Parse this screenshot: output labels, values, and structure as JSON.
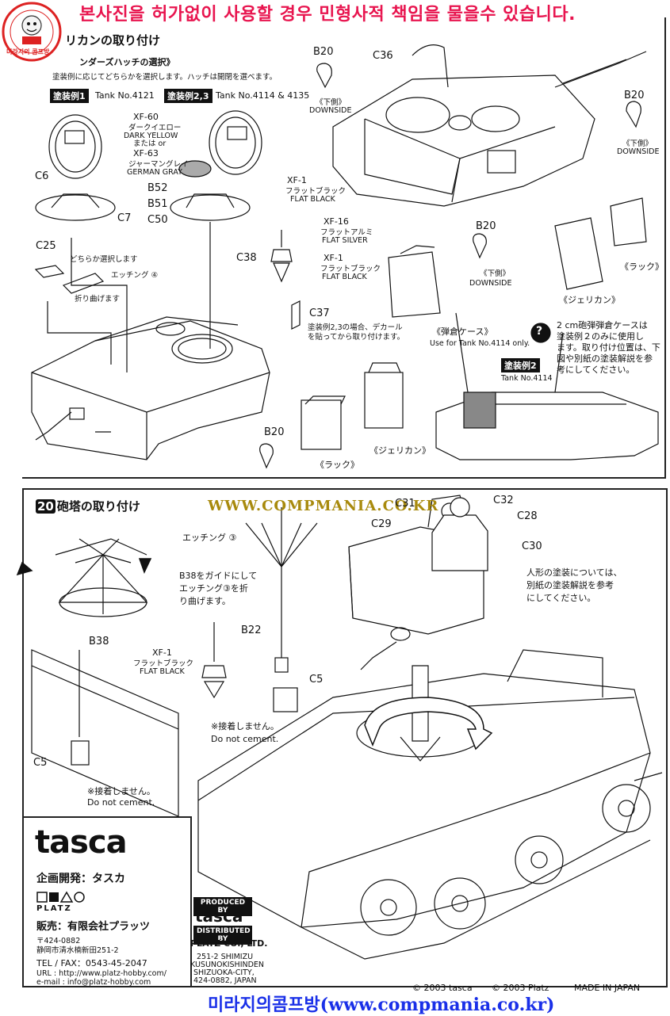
{
  "watermark": {
    "top": "본사진을 허가없이 사용할 경우 민형사적 책임을 물을수 있습니다.",
    "middle_url": "WWW.COMPMANIA.CO.KR",
    "bottom": "미라지의콤프방(www.compmania.co.kr)",
    "stamp_text": "미라지의 콤프방"
  },
  "step19": {
    "title": "リカンの取り付け",
    "subtitle": "ンダーズハッチの選択》",
    "note": "塗装例に応じてどちらかを選択します。ハッチは開閉を選べます。",
    "scheme1_tag": "塗装例1",
    "scheme1_tank": "Tank No.4121",
    "scheme23_tag": "塗装例2,3",
    "scheme23_tank": "Tank No.4114 & 4135",
    "paint_xf60": "XF-60",
    "paint_xf60_jp": "ダークイエロー",
    "paint_xf60_en": "DARK YELLOW",
    "or_text": "または or",
    "paint_xf63": "XF-63",
    "paint_xf63_jp": "ジャーマングレイ",
    "paint_xf63_en": "GERMAN GRAY",
    "paint_xf1": "XF-1",
    "paint_xf1_jp": "フラットブラック",
    "paint_xf1_en": "FLAT BLACK",
    "paint_xf16": "XF-16",
    "paint_xf16_jp": "フラットアルミ",
    "paint_xf16_en": "FLAT SILVER",
    "parts": {
      "c6": "C6",
      "c7": "C7",
      "b52": "B52",
      "b51": "B51",
      "c50": "C50",
      "c25": "C25",
      "c38": "C38",
      "c37": "C37",
      "c36": "C36",
      "b20": "B20"
    },
    "choose_text": "どちらか選択します",
    "etching4": "エッチング ④",
    "bend_text": "折り曲げます",
    "decal_note_1": "塗装例2,3の場合、デカール",
    "decal_note_2": "を貼ってから取り付けます。",
    "downside_jp": "《下側》",
    "downside_en": "DOWNSIDE",
    "rack": "《ラック》",
    "jerrycan": "《ジェリカン》",
    "ammo_case": "《弾倉ケース》",
    "ammo_use": "Use for Tank No.4114 only.",
    "info_note_1": "2 cm砲弾弾倉ケースは",
    "info_note_2": "塗装例２のみに使用し",
    "info_note_3": "ます。取り付け位置は、下",
    "info_note_4": "図や別紙の塗装解説を参",
    "info_note_5": "考にしてください。",
    "scheme2_tag": "塗装例2",
    "scheme2_tank": "Tank No.4114"
  },
  "step20": {
    "number": "20",
    "title": "砲塔の取り付け",
    "etching3": "エッチング ③",
    "guide_1": "B38をガイドにして",
    "guide_2": "エッチング③を折",
    "guide_3": "り曲げます。",
    "parts": {
      "b38": "B38",
      "b22": "B22",
      "c5": "C5",
      "c31": "C31",
      "c32": "C32",
      "c28": "C28",
      "c29": "C29",
      "c30": "C30"
    },
    "paint_xf1": "XF-1",
    "paint_xf1_jp": "フラットブラック",
    "paint_xf1_en": "FLAT BLACK",
    "no_cement_jp": "※接着しません。",
    "no_cement_en": "Do not cement.",
    "figure_note_1": "人形の塗装については、",
    "figure_note_2": "別紙の塗装解説を参考",
    "figure_note_3": "にしてください。"
  },
  "publisher": {
    "logo": "tasca",
    "dev_label": "企画開発：タスカ",
    "platz_logo": "PLATZ",
    "sales_label": "販売：有限会社プラッツ",
    "postal": "〒424-0882",
    "address_jp": "静岡市清水楠新田251-2",
    "tel": "TEL / FAX：0543-45-2047",
    "url": "URL : http://www.platz-hobby.com/",
    "email": "e-mail : info@platz-hobby.com",
    "produced_by": "PRODUCED BY",
    "produced_logo": "tasca",
    "distributed_by": "DISTRIBUTED BY",
    "platz_co": "PLATZ CO., LTD.",
    "addr_en_1": "251-2 SHIMIZU",
    "addr_en_2": "KUSUNOKISHINDEN",
    "addr_en_3": "SHIZUOKA-CITY,",
    "addr_en_4": "424-0882, JAPAN"
  },
  "footer": {
    "copy1": "© 2003 tasca",
    "copy2": "© 2003 Platz",
    "made": "MADE IN JAPAN"
  },
  "colors": {
    "watermark_top": "#e8154f",
    "watermark_bottom": "#1a30e8",
    "watermark_mid": "#a88a0d",
    "ink": "#111111",
    "highlight": "#888888"
  }
}
